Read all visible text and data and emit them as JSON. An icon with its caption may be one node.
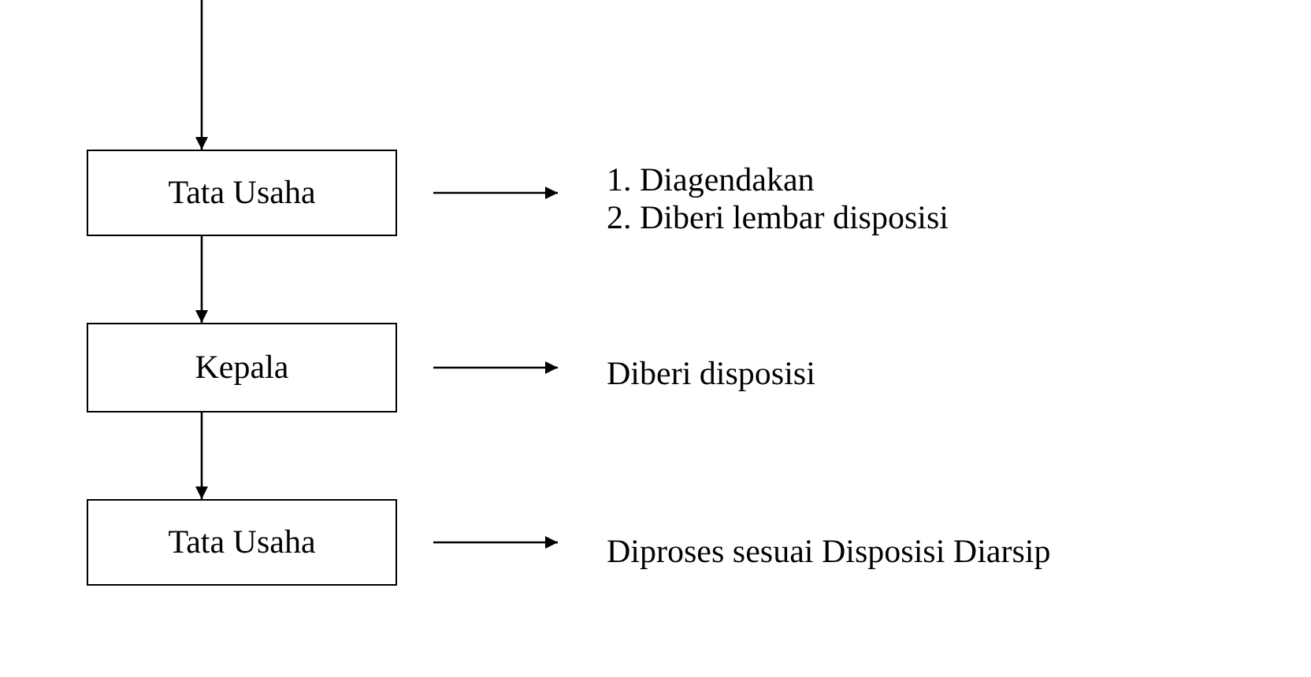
{
  "diagram": {
    "nodes": [
      {
        "text": [
          "Tata Usaha"
        ]
      },
      {
        "text": [
          "1. Diagendakan",
          "2. Diberi lembar disposisi"
        ]
      },
      {
        "text": [
          "Kepala"
        ]
      },
      {
        "text": [
          "Diberi disposisi"
        ]
      },
      {
        "text": [
          "Tata Usaha"
        ]
      },
      {
        "text": [
          "Diproses sesuai Disposisi Diarsip"
        ]
      }
    ],
    "edges": [
      {
        "from": null,
        "to": 0,
        "arrow": "to"
      },
      {
        "from": 0,
        "to": 1,
        "arrow": "to"
      },
      {
        "from": 0,
        "to": 2,
        "arrow": "to"
      },
      {
        "from": 2,
        "to": 3,
        "arrow": "to"
      },
      {
        "from": 2,
        "to": 4,
        "arrow": "to"
      },
      {
        "from": 4,
        "to": 5,
        "arrow": "to"
      }
    ]
  }
}
